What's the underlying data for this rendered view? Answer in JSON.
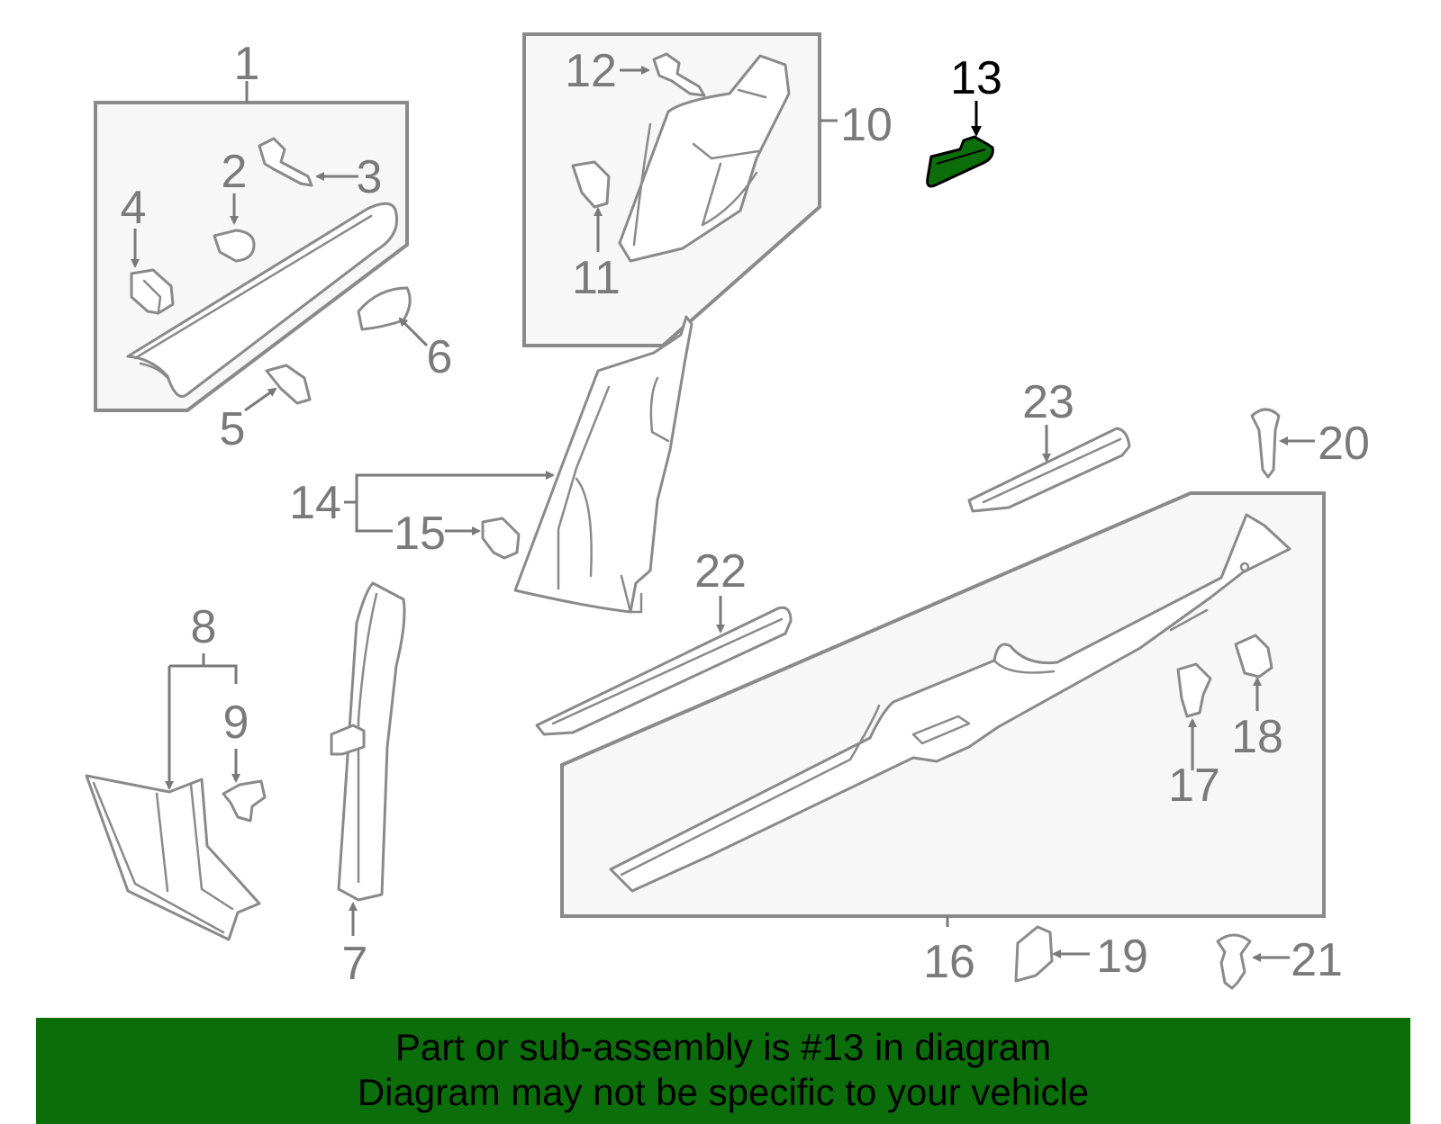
{
  "callouts": {
    "c1": "1",
    "c2": "2",
    "c3": "3",
    "c4": "4",
    "c5": "5",
    "c6": "6",
    "c7": "7",
    "c8": "8",
    "c9": "9",
    "c10": "10",
    "c11": "11",
    "c12": "12",
    "c13": "13",
    "c14": "14",
    "c15": "15",
    "c16": "16",
    "c17": "17",
    "c18": "18",
    "c19": "19",
    "c20": "20",
    "c21": "21",
    "c22": "22",
    "c23": "23"
  },
  "highlight": {
    "part_number": "13",
    "color": "#0b6e0b"
  },
  "banner": {
    "line1": "Part or sub-assembly is #13 in diagram",
    "line2": "Diagram may not be specific to your vehicle",
    "background": "#0b6e0b"
  }
}
